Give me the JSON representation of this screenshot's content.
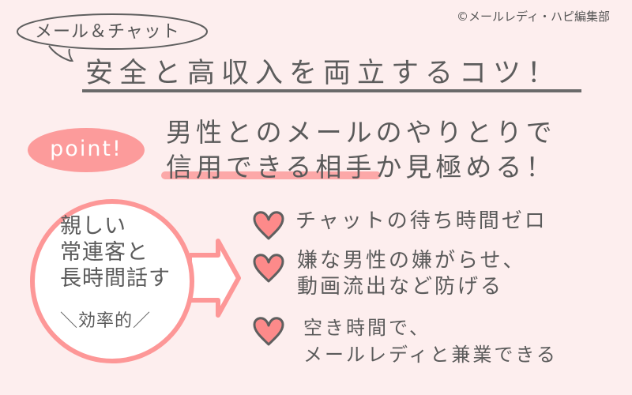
{
  "credit": "©メールレディ・ハピ編集部",
  "header": {
    "bubble_label": "メール＆チャット",
    "title": "安全と高収入を両立するコツ！"
  },
  "point": {
    "badge": "point!",
    "line1": "男性とのメールのやりとりで",
    "line2": "信用できる相手か見極める！"
  },
  "circle": {
    "line1": "親しい",
    "line2": "常連客と",
    "line3": "長時間話す",
    "tag": "＼効率的／"
  },
  "benefits": [
    {
      "icon": "heart-icon",
      "line1": "チャットの待ち時間ゼロ",
      "line2": ""
    },
    {
      "icon": "heart-icon",
      "line1": "嫌な男性の嫌がらせ、",
      "line2": "動画流出など防げる"
    },
    {
      "icon": "heart-icon",
      "line1": "空き時間で、",
      "line2": "メールレディと兼業できる"
    }
  ],
  "colors": {
    "background": "#fdeeee",
    "accent_pink": "#fc9b9b",
    "text_gray": "#5b5b5b",
    "heart_fill": "#fd8a8a"
  }
}
